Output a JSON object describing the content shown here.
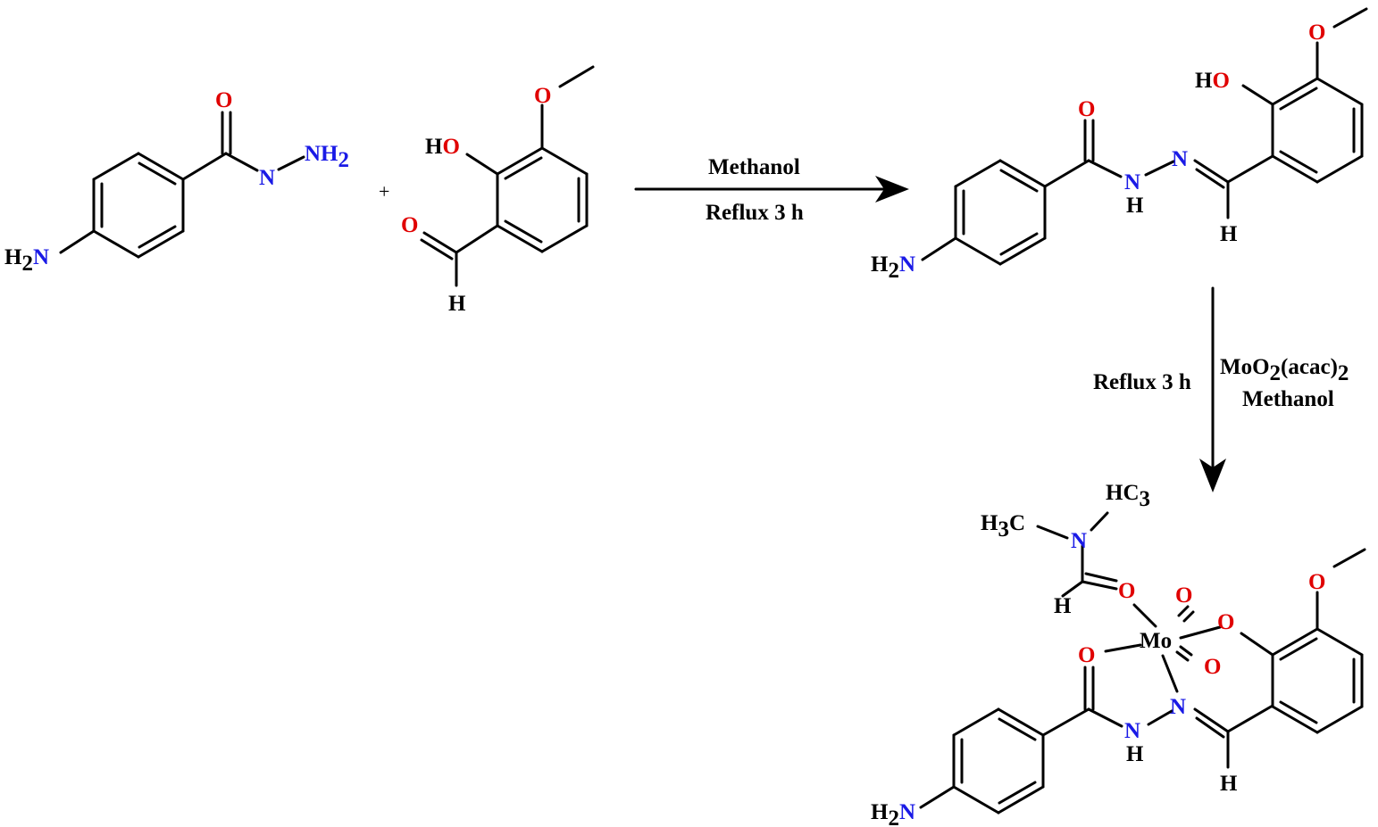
{
  "atoms": {
    "O": "O",
    "N": "N",
    "H": "H",
    "Mo": "Mo",
    "HO": "HO",
    "H2N_main": "H",
    "H2N_sub": "2",
    "NH2_main": "NH",
    "NH2_sub": "2",
    "H3C_main": "H",
    "H3C_sub": "3",
    "H3C_tail": "C",
    "HC3_main": "HC",
    "HC3_sub": "3"
  },
  "operators": {
    "plus": "+"
  },
  "step1": {
    "reagent": "Methanol",
    "conditions": "Reflux 3 h"
  },
  "step2": {
    "conditions": "Reflux 3 h",
    "reagent_main": "MoO",
    "reagent_sub1": "2",
    "reagent_mid": "(acac)",
    "reagent_sub2": "2",
    "solvent": "Methanol"
  },
  "colors": {
    "oxygen": "#e00000",
    "nitrogen": "#1a1ae6",
    "bonds": "#000000"
  }
}
